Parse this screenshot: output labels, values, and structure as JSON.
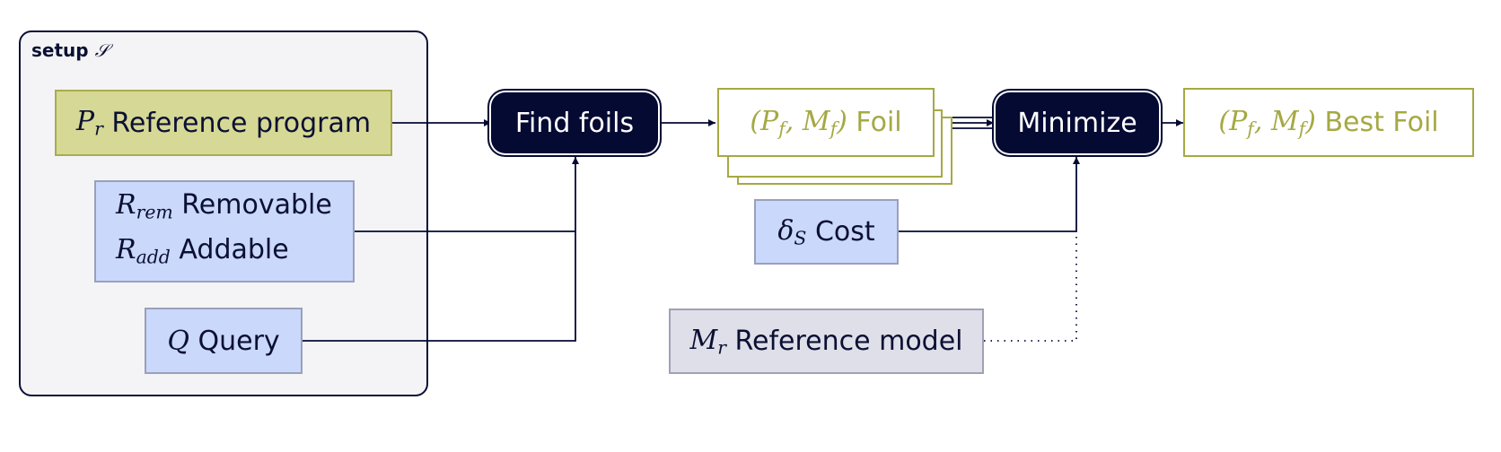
{
  "setup": {
    "label": "setup",
    "symbol": "𝒮"
  },
  "nodes": {
    "reference_program": {
      "symbol": "P",
      "sub": "r",
      "label": "Reference program"
    },
    "removable": {
      "symbol": "R",
      "sub": "rem",
      "label": "Removable"
    },
    "addable": {
      "symbol": "R",
      "sub": "add",
      "label": "Addable"
    },
    "query": {
      "symbol": "Q",
      "label": "Query"
    },
    "find_foils": {
      "label": "Find foils"
    },
    "foil": {
      "tuple": "(P",
      "sub1": "f",
      "mid": ", M",
      "sub2": "f",
      "close": ")",
      "label": "Foil"
    },
    "cost": {
      "symbol": "δ",
      "sub": "S",
      "label": "Cost"
    },
    "reference_model": {
      "symbol": "M",
      "sub": "r",
      "label": "Reference model"
    },
    "minimize": {
      "label": "Minimize"
    },
    "best_foil": {
      "tuple": "(P",
      "sub1": "f",
      "mid": ", M",
      "sub2": "f",
      "close": ")",
      "label": "Best Foil"
    }
  },
  "colors": {
    "navy": "#050a33",
    "olive": "#a5a943",
    "reference_fill": "#d6d895",
    "input_fill": "#cad8fb",
    "model_fill": "#dedfe8",
    "panel_fill": "#f4f4f6"
  }
}
